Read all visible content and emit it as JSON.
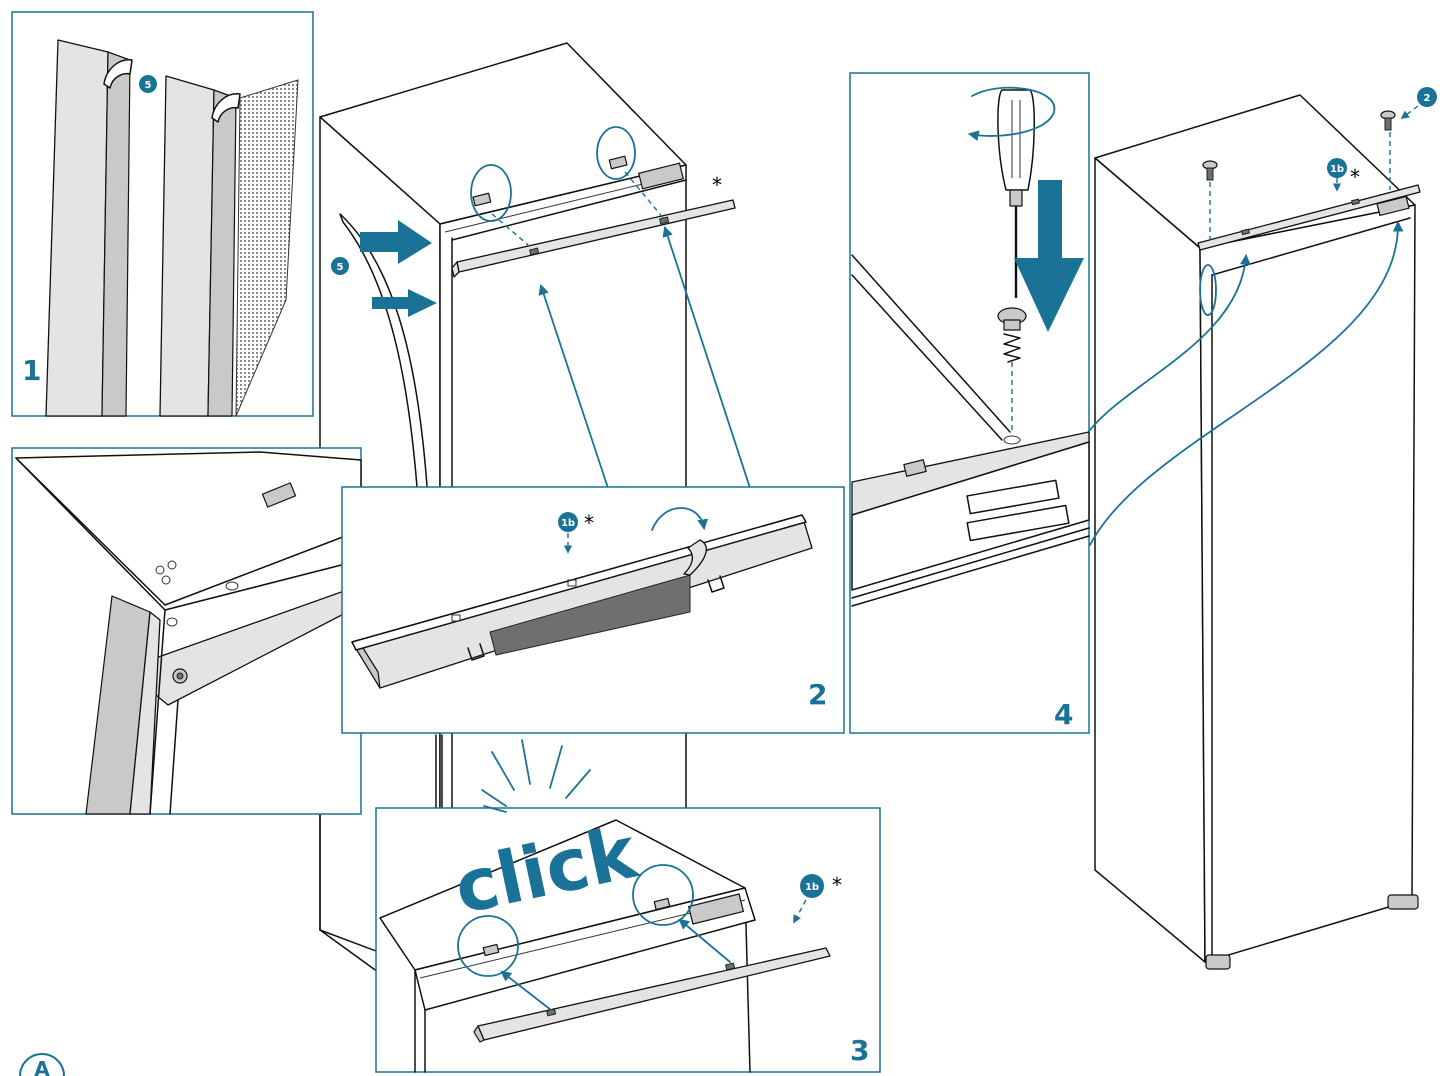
{
  "panels": {
    "p1": {
      "number": "1"
    },
    "p2": {
      "number": "2"
    },
    "p3": {
      "number": "3"
    },
    "p4": {
      "number": "4"
    }
  },
  "badges": {
    "five_a": "5",
    "five_b": "5",
    "two": "2",
    "one_b_p2": "1b",
    "one_b_p3": "1b",
    "one_b_right": "1b"
  },
  "marks": {
    "asterisk": "*"
  },
  "click_text": "click",
  "corner_badge": "A",
  "colors": {
    "accent": "#1a7396",
    "line": "#111111",
    "grey": "#e4e4e4"
  }
}
